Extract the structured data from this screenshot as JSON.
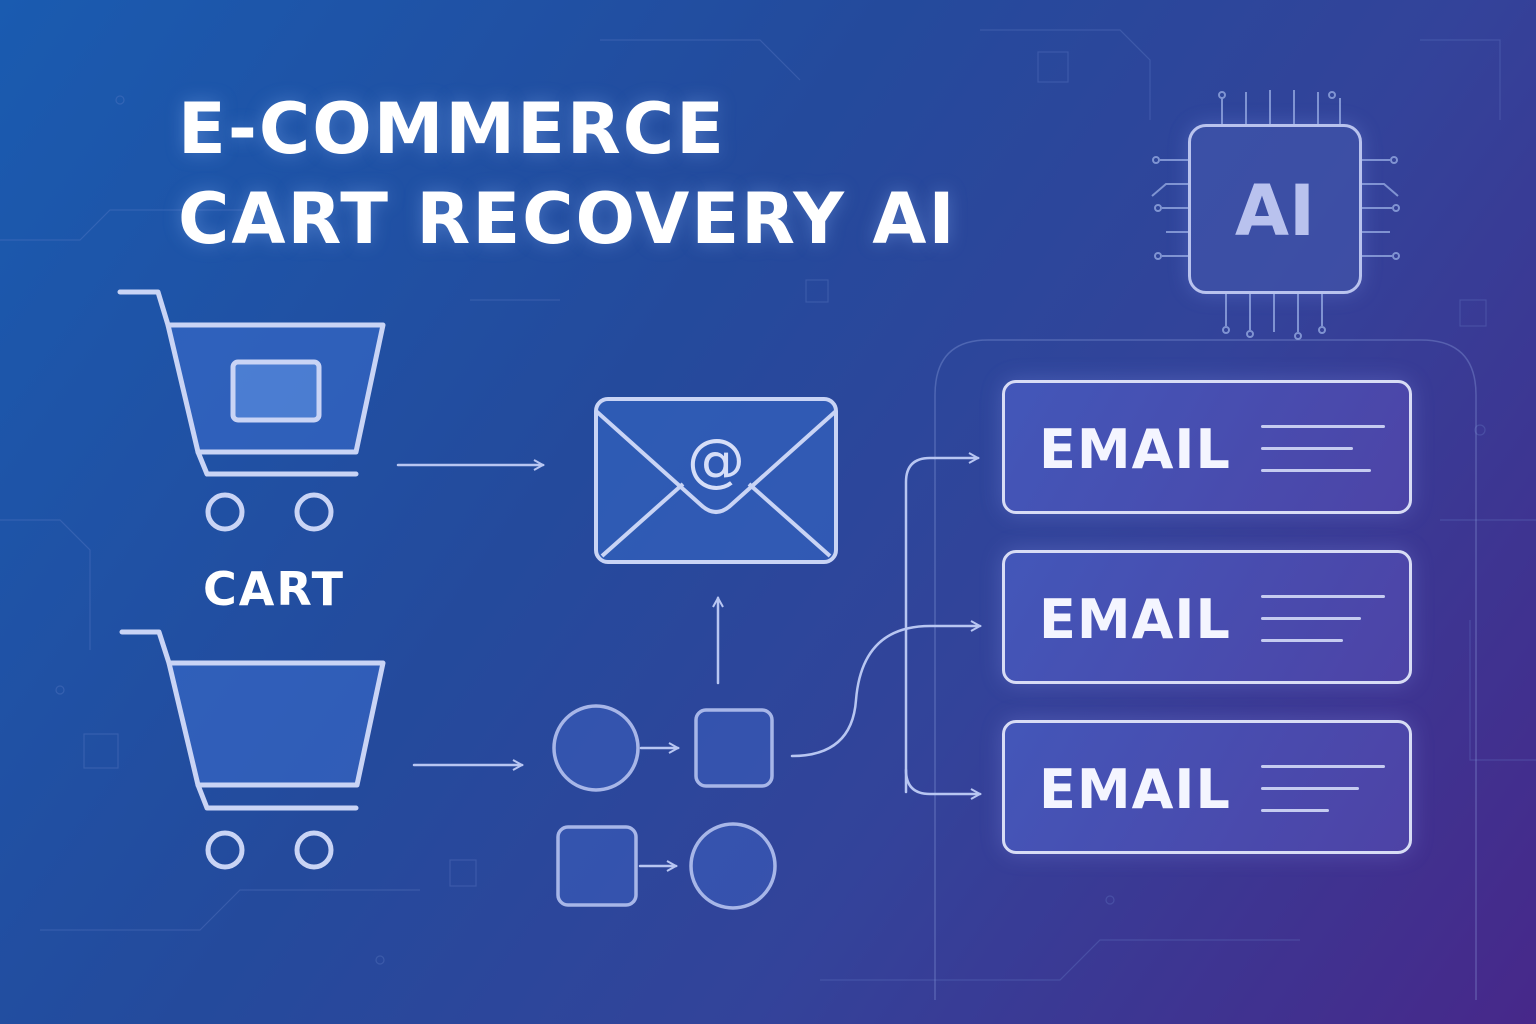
{
  "title": {
    "line1": "E-COMMERCE",
    "line2": "CART RECOVERY AI"
  },
  "cart_label": "CART",
  "ai_chip": {
    "label": "AI"
  },
  "email_symbol": "@",
  "email_cards": [
    {
      "label": "EMAIL"
    },
    {
      "label": "EMAIL"
    },
    {
      "label": "EMAIL"
    }
  ],
  "colors": {
    "background_start": "#1a5bb0",
    "background_end": "#47288a",
    "stroke": "#c9d4f5",
    "text": "#ffffff"
  },
  "icons": [
    "shopping-cart-icon",
    "envelope-icon",
    "ai-chip-icon",
    "flow-node-icon",
    "arrow-icon"
  ]
}
